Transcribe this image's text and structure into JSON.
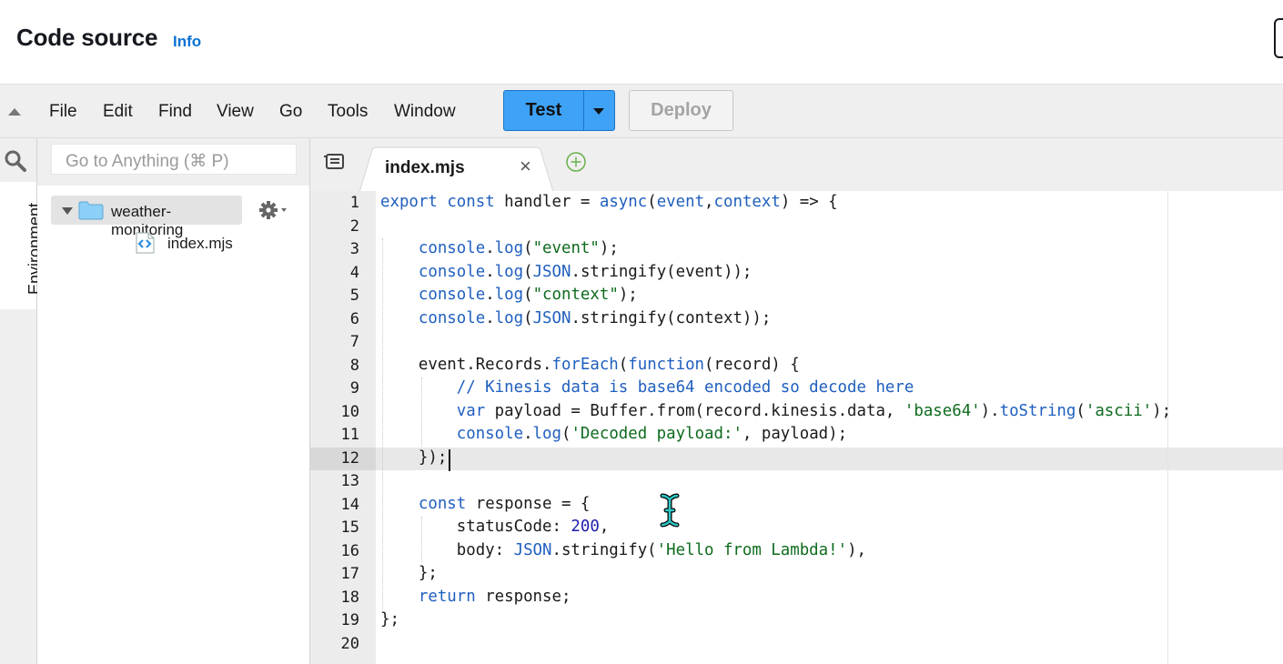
{
  "header": {
    "title": "Code source",
    "info_label": "Info"
  },
  "menu": {
    "items": [
      "File",
      "Edit",
      "Find",
      "View",
      "Go",
      "Tools",
      "Window"
    ],
    "test_label": "Test",
    "deploy_label": "Deploy"
  },
  "sidebar": {
    "environment_label": "Environment",
    "goto_placeholder": "Go to Anything (⌘ P)",
    "folder_name": "weather-monitoring",
    "file_name": "index.mjs"
  },
  "editor": {
    "tab_label": "index.mjs",
    "active_line": 12,
    "line_numbers": [
      1,
      2,
      3,
      4,
      5,
      6,
      7,
      8,
      9,
      10,
      11,
      12,
      13,
      14,
      15,
      16,
      17,
      18,
      19,
      20
    ],
    "lines": [
      "export const handler = async(event,context) => {",
      "",
      "    console.log(\"event\");",
      "    console.log(JSON.stringify(event));",
      "    console.log(\"context\");",
      "    console.log(JSON.stringify(context));",
      "",
      "    event.Records.forEach(function(record) {",
      "        // Kinesis data is base64 encoded so decode here",
      "        var payload = Buffer.from(record.kinesis.data, 'base64').toString('ascii');",
      "        console.log('Decoded payload:', payload);",
      "    });",
      "",
      "    const response = {",
      "        statusCode: 200,",
      "        body: JSON.stringify('Hello from Lambda!'),",
      "    };",
      "    return response;",
      "};",
      ""
    ]
  },
  "colors": {
    "accent": "#3ea2f7",
    "link": "#0972d3",
    "keyword": "#1f5fbf",
    "string": "#0e6b1e",
    "number": "#1d1dac"
  }
}
